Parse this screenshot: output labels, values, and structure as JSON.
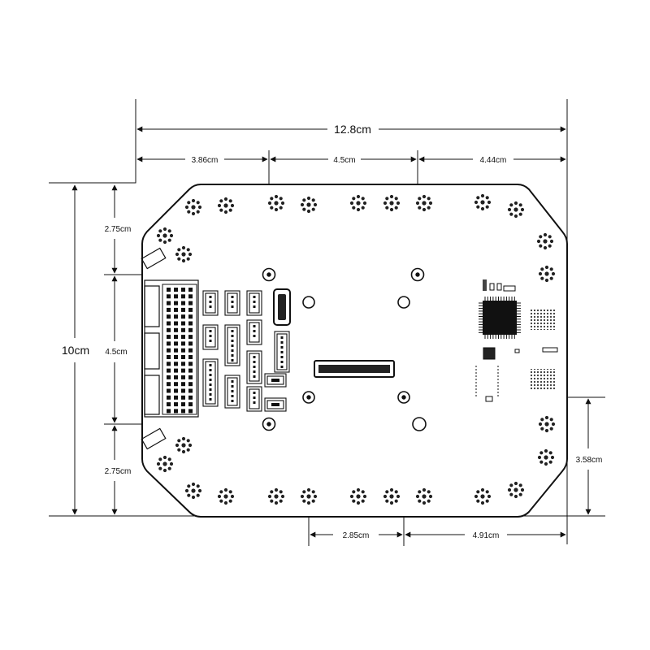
{
  "dimensions": {
    "total_width": "12.8cm",
    "left_offset": "3.86cm",
    "hole_spacing_top": "4.5cm",
    "right_offset": "4.44cm",
    "total_height": "10cm",
    "top_margin": "2.75cm",
    "hole_spacing_vertical": "4.5cm",
    "bottom_margin": "2.75cm",
    "bottom_hole_spacing": "2.85cm",
    "bottom_right_offset": "4.91cm",
    "right_hole_height": "3.58cm"
  },
  "colors": {
    "line": "#111111",
    "board_fill": "#ffffff",
    "component": "#222222"
  }
}
